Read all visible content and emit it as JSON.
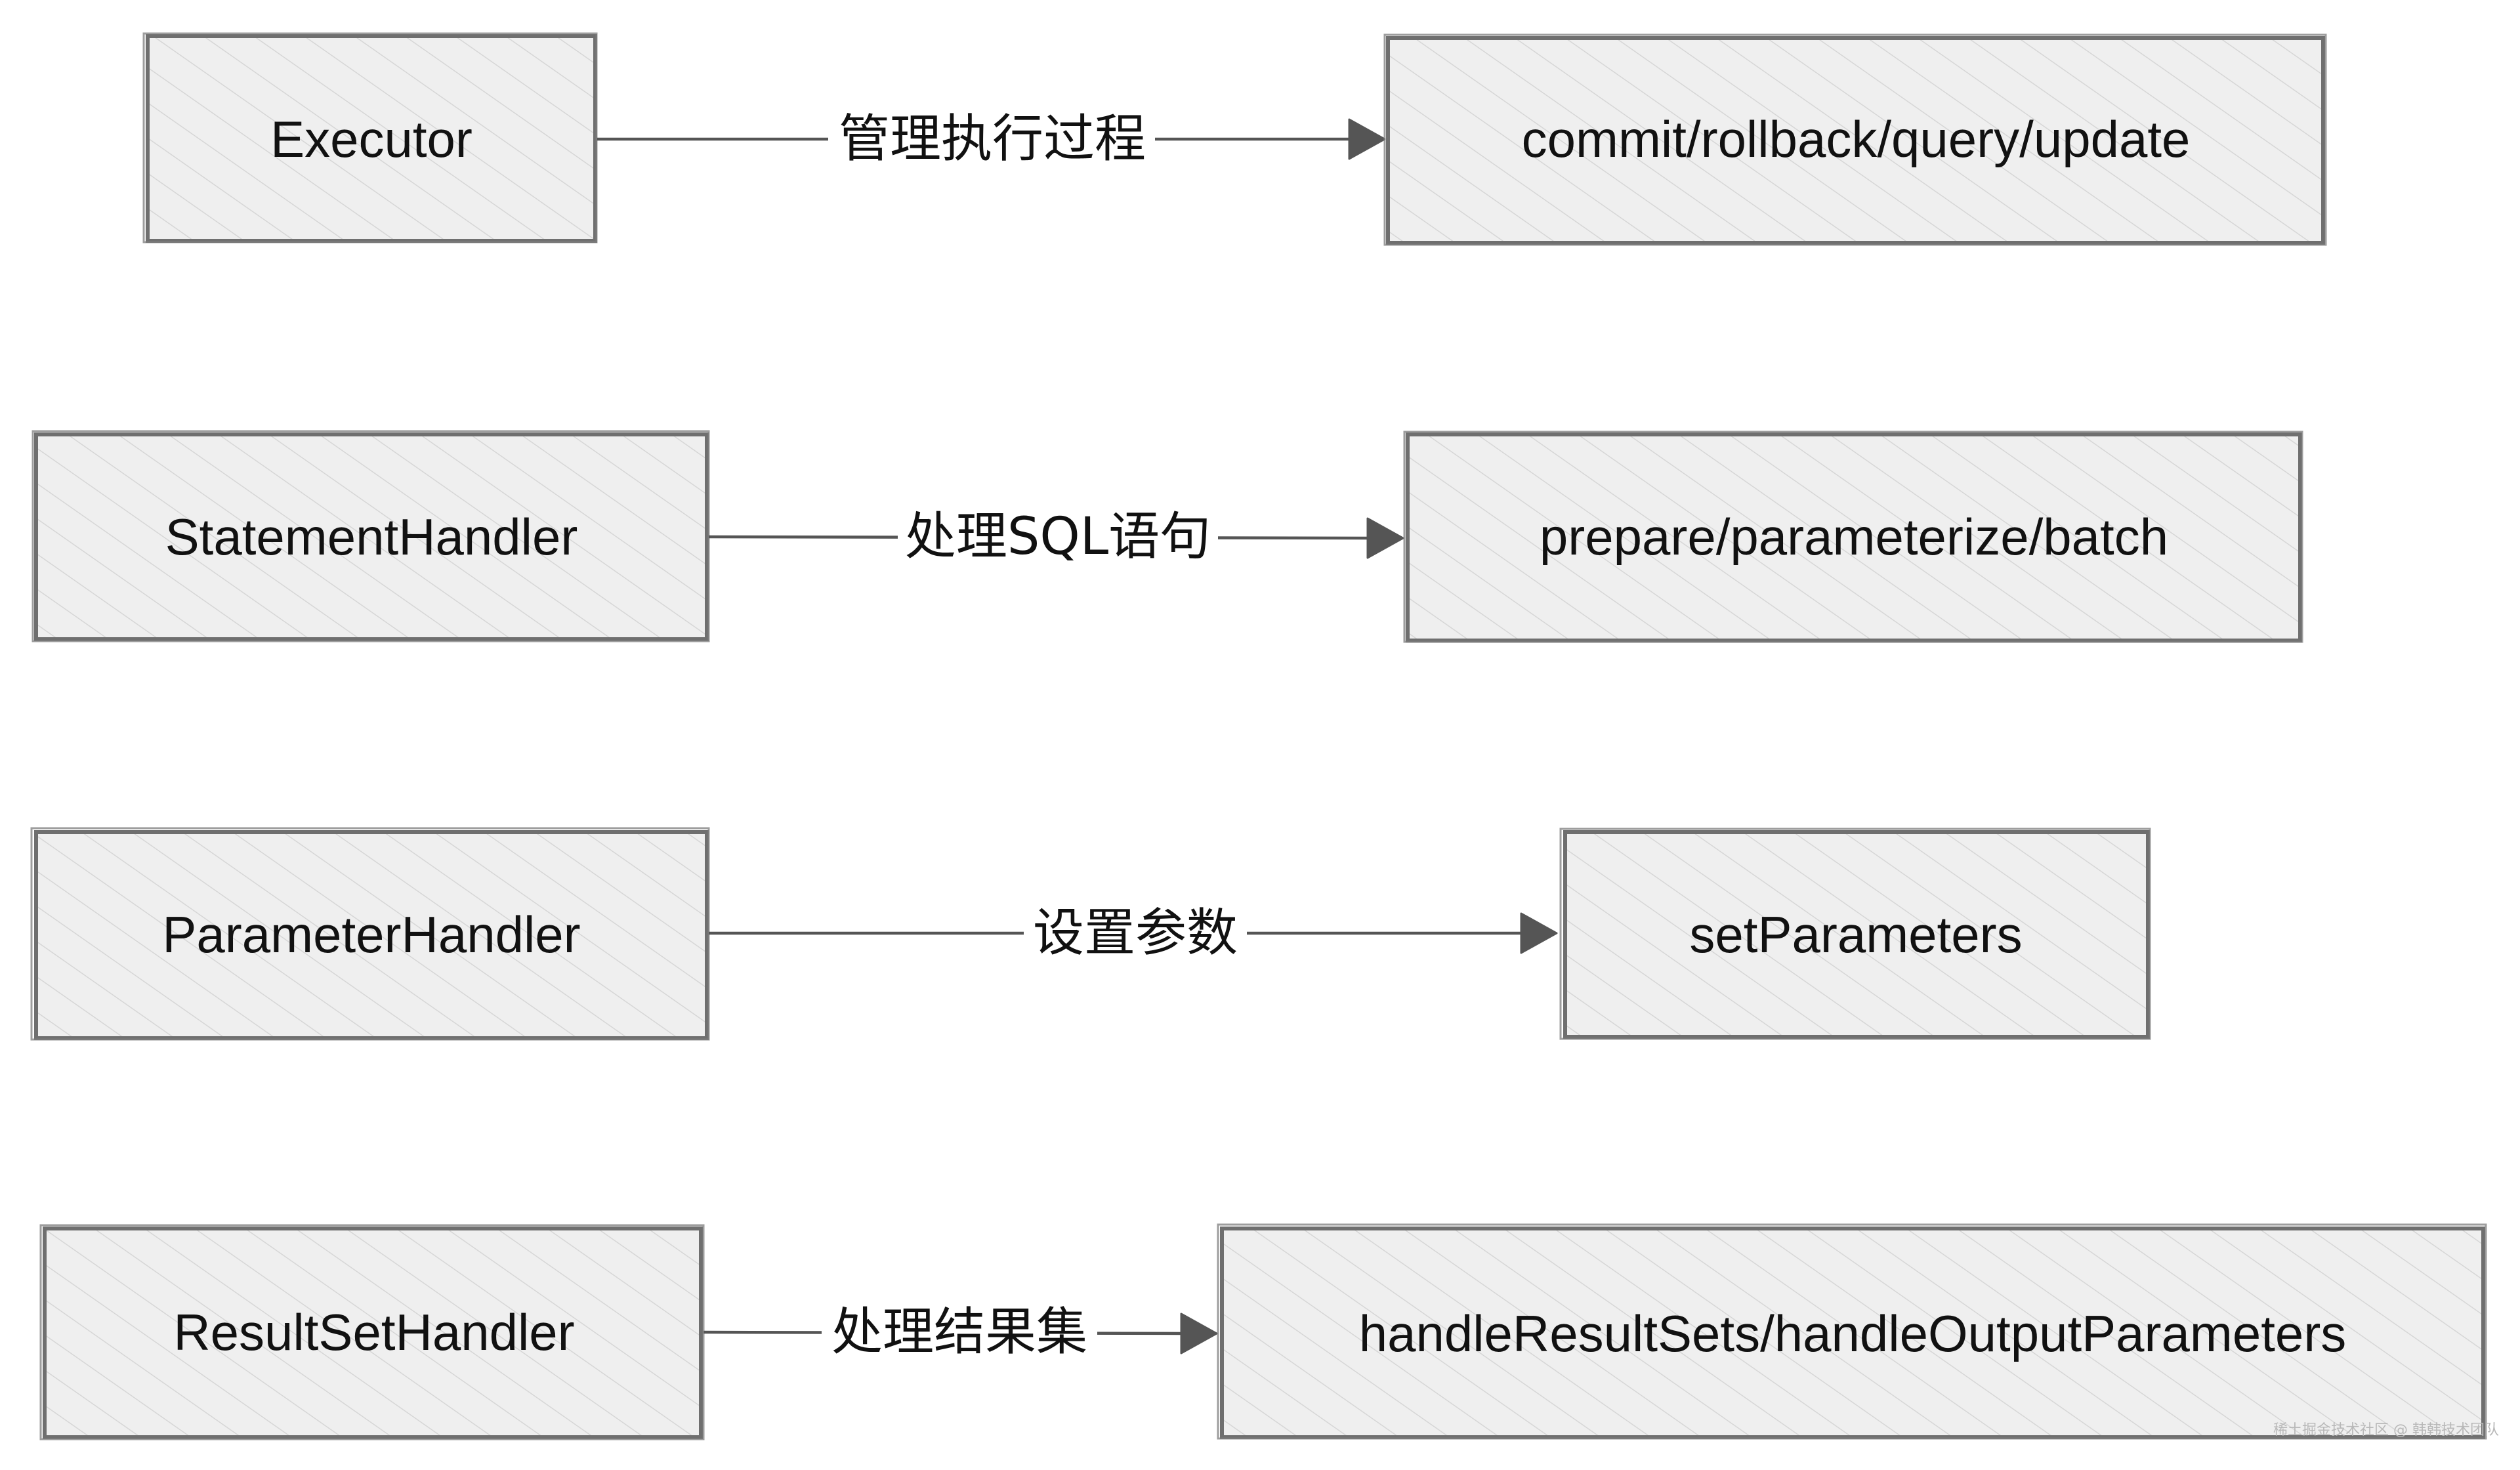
{
  "diagram": {
    "rows": [
      {
        "source": "Executor",
        "label": "管理执行过程",
        "target": "commit/rollback/query/update"
      },
      {
        "source": "StatementHandler",
        "label": "处理SQL语句",
        "target": "prepare/parameterize/batch"
      },
      {
        "source": "ParameterHandler",
        "label": "设置参数",
        "target": "setParameters"
      },
      {
        "source": "ResultSetHandler",
        "label": "处理结果集",
        "target": "handleResultSets/handleOutputParameters"
      }
    ]
  },
  "watermark": "稀土掘金技术社区 @ 韩韩技术团队",
  "colors": {
    "box_fill": "#efefef",
    "box_border": "#6f6f6f",
    "hatch": "#d6d6d6",
    "arrow": "#555555",
    "text": "#111111"
  }
}
